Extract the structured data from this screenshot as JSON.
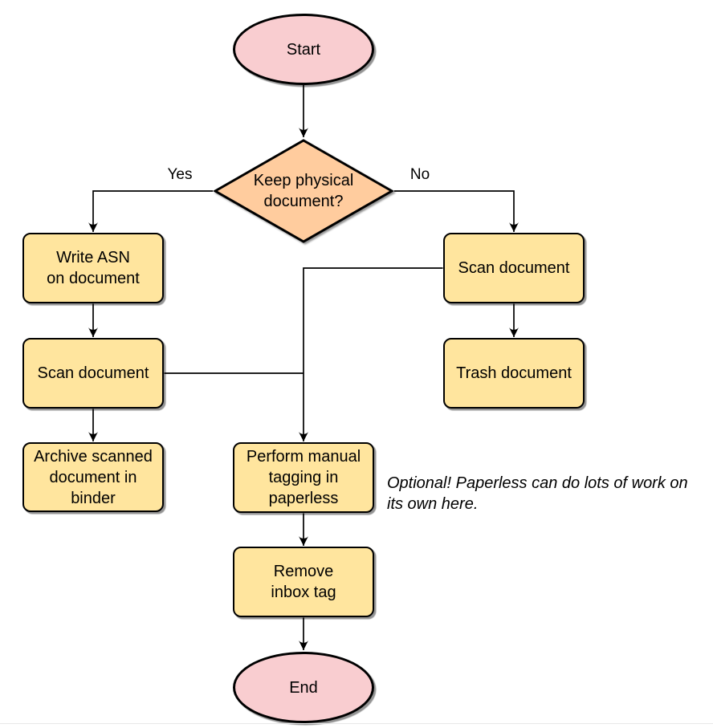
{
  "nodes": {
    "start": {
      "type": "terminal",
      "lines": [
        "Start"
      ]
    },
    "decision": {
      "type": "decision",
      "lines": [
        "Keep physical",
        "document?"
      ]
    },
    "write_asn": {
      "type": "process",
      "lines": [
        "Write ASN",
        "on document"
      ]
    },
    "scan_left": {
      "type": "process",
      "lines": [
        "Scan document"
      ]
    },
    "archive": {
      "type": "process",
      "lines": [
        "Archive scanned",
        "document in",
        "binder"
      ]
    },
    "scan_right": {
      "type": "process",
      "lines": [
        "Scan document"
      ]
    },
    "trash": {
      "type": "process",
      "lines": [
        "Trash document"
      ]
    },
    "tagging": {
      "type": "process",
      "lines": [
        "Perform manual",
        "tagging in",
        "paperless"
      ]
    },
    "remove_inbox": {
      "type": "process",
      "lines": [
        "Remove",
        "inbox tag"
      ]
    },
    "end": {
      "type": "terminal",
      "lines": [
        "End"
      ]
    }
  },
  "edge_labels": {
    "yes": "Yes",
    "no": "No"
  },
  "annotation": {
    "text": "Optional! Paperless can do lots of work on its own here."
  },
  "colors": {
    "terminal_fill": "#f9cdd0",
    "decision_fill": "#ffcc9e",
    "process_fill": "#ffe59e",
    "node_stroke": "#000000",
    "edge_stroke": "#000000",
    "divider": "#e8e8e8"
  }
}
